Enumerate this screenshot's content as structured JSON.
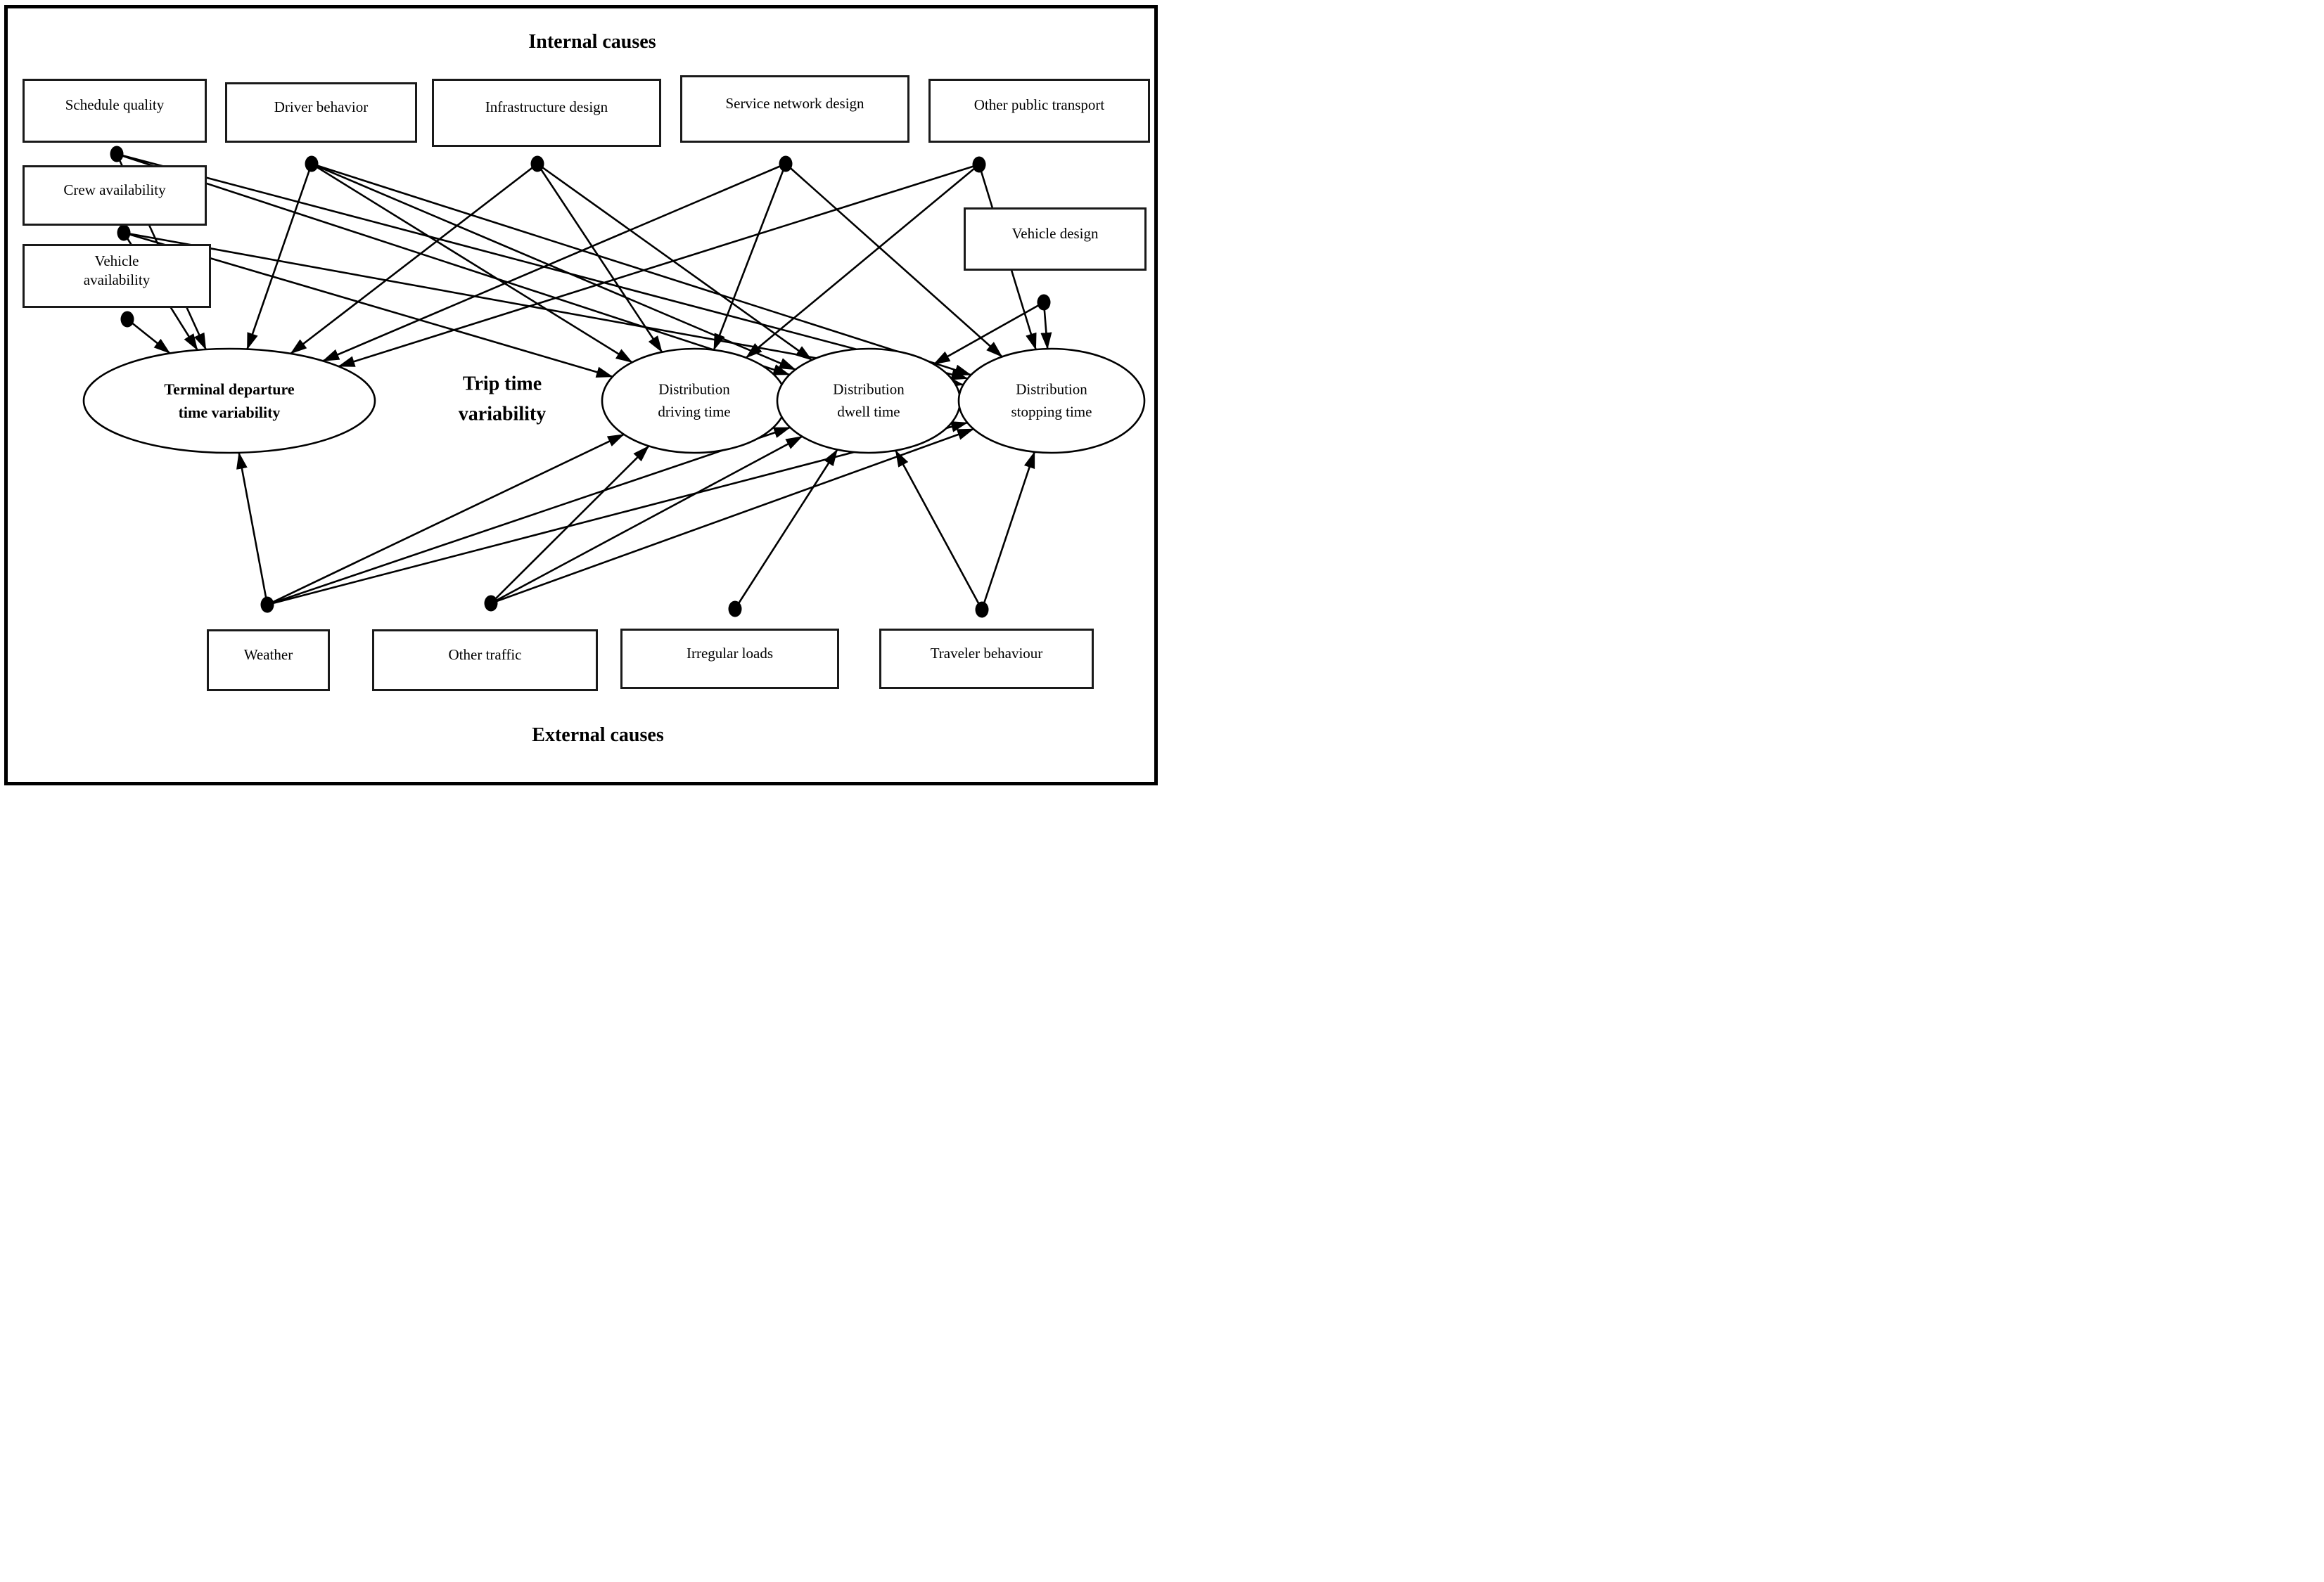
{
  "titles": {
    "internal": "Internal causes",
    "external": "External causes"
  },
  "hub": {
    "line1": "Trip time",
    "line2": "variability"
  },
  "nodes": {
    "schedule": {
      "label": "Schedule quality"
    },
    "driver": {
      "label": "Driver behavior"
    },
    "infra": {
      "label": "Infrastructure design"
    },
    "service": {
      "label": "Service network design"
    },
    "opt": {
      "label": "Other public transport"
    },
    "crew": {
      "label": "Crew availability"
    },
    "vehicleAvail": {
      "label": "Vehicle\navailability"
    },
    "vehicleDesign": {
      "label": "Vehicle design"
    },
    "weather": {
      "label": "Weather"
    },
    "otherTraffic": {
      "label": "Other traffic"
    },
    "irregularLoads": {
      "label": "Irregular loads"
    },
    "traveler": {
      "label": "Traveler behaviour"
    }
  },
  "latents": {
    "terminal": {
      "line1": "Terminal departure",
      "line2": "time variability",
      "bold": true
    },
    "driving": {
      "line1": "Distribution",
      "line2": "driving time",
      "bold": false
    },
    "dwell": {
      "line1": "Distribution",
      "line2": "dwell time",
      "bold": false
    },
    "stopping": {
      "line1": "Distribution",
      "line2": "stopping time",
      "bold": false
    }
  },
  "edges": [
    {
      "from": "schedule",
      "to": "terminal"
    },
    {
      "from": "schedule",
      "to": "dwell"
    },
    {
      "from": "schedule",
      "to": "stopping"
    },
    {
      "from": "crew",
      "to": "terminal"
    },
    {
      "from": "crew",
      "to": "driving"
    },
    {
      "from": "crew",
      "to": "stopping"
    },
    {
      "from": "vehicleAvail",
      "to": "terminal"
    },
    {
      "from": "driver",
      "to": "terminal"
    },
    {
      "from": "driver",
      "to": "driving"
    },
    {
      "from": "driver",
      "to": "dwell"
    },
    {
      "from": "driver",
      "to": "stopping"
    },
    {
      "from": "infra",
      "to": "terminal"
    },
    {
      "from": "infra",
      "to": "driving"
    },
    {
      "from": "infra",
      "to": "dwell"
    },
    {
      "from": "service",
      "to": "terminal"
    },
    {
      "from": "service",
      "to": "driving"
    },
    {
      "from": "service",
      "to": "stopping"
    },
    {
      "from": "opt",
      "to": "terminal"
    },
    {
      "from": "opt",
      "to": "driving"
    },
    {
      "from": "opt",
      "to": "stopping"
    },
    {
      "from": "vehicleDesign",
      "to": "dwell"
    },
    {
      "from": "vehicleDesign",
      "to": "stopping"
    },
    {
      "from": "weather",
      "to": "terminal"
    },
    {
      "from": "weather",
      "to": "driving"
    },
    {
      "from": "weather",
      "to": "dwell"
    },
    {
      "from": "weather",
      "to": "stopping"
    },
    {
      "from": "otherTraffic",
      "to": "driving"
    },
    {
      "from": "otherTraffic",
      "to": "dwell"
    },
    {
      "from": "otherTraffic",
      "to": "stopping"
    },
    {
      "from": "irregularLoads",
      "to": "dwell"
    },
    {
      "from": "traveler",
      "to": "dwell"
    },
    {
      "from": "traveler",
      "to": "stopping"
    }
  ],
  "colors": {
    "ink": "#000000",
    "paper": "#ffffff"
  }
}
